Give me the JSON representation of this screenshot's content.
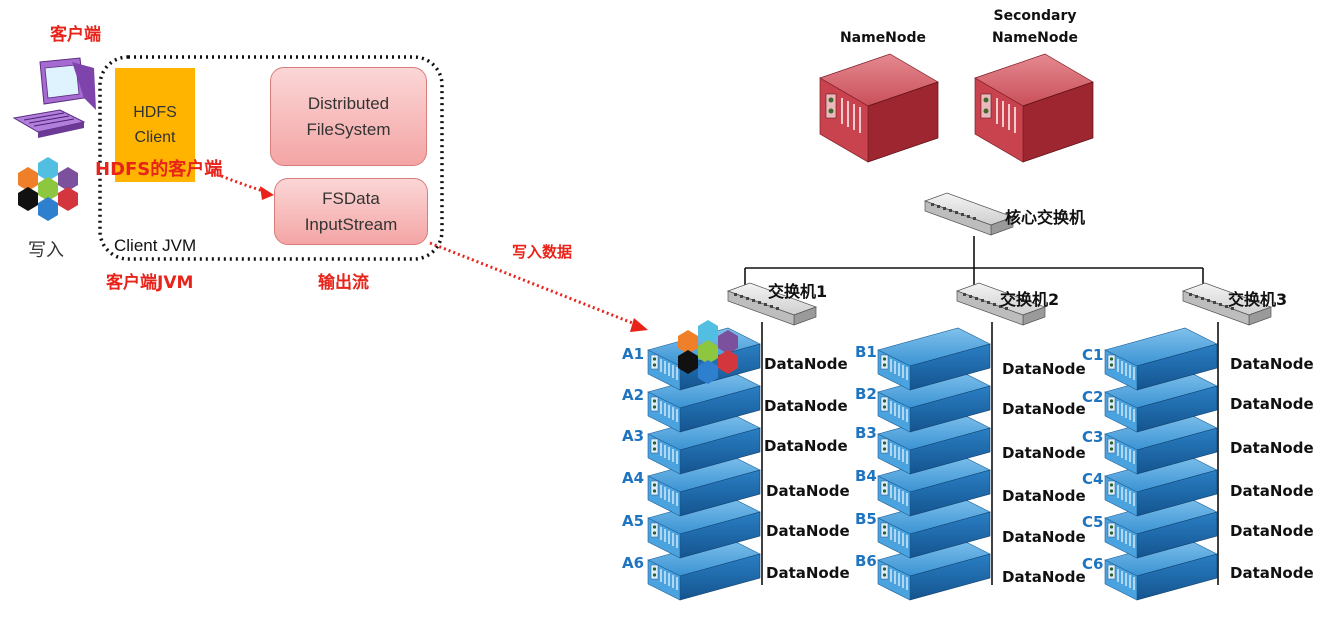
{
  "client": {
    "title": "客户端",
    "write_label": "写入",
    "hdfs_client_line1": "HDFS",
    "hdfs_client_line2": "Client",
    "hdfs_client_caption": "HDFS的客户端",
    "jvm_label": "Client JVM",
    "jvm_caption": "客户端JVM",
    "dfs_line1": "Distributed",
    "dfs_line2": "FileSystem",
    "stream_line1": "FSData",
    "stream_line2": "InputStream",
    "stream_caption": "输出流"
  },
  "flow": {
    "write_data": "写入数据"
  },
  "namenodes": {
    "primary": "NameNode",
    "secondary_line1": "Secondary",
    "secondary_line2": "NameNode"
  },
  "switches": {
    "core": "核心交换机",
    "sw1": "交换机1",
    "sw2": "交换机2",
    "sw3": "交换机3"
  },
  "racks": [
    {
      "ids": [
        "A1",
        "A2",
        "A3",
        "A4",
        "A5",
        "A6"
      ]
    },
    {
      "ids": [
        "B1",
        "B2",
        "B3",
        "B4",
        "B5",
        "B6"
      ]
    },
    {
      "ids": [
        "C1",
        "C2",
        "C3",
        "C4",
        "C5",
        "C6"
      ]
    }
  ],
  "datanode_label": "DataNode",
  "colors": {
    "accent_red": "#e8231a",
    "rack_blue": "#1f74c0",
    "server_red": "#b8323d",
    "box_pink": "#f4a5a5",
    "hdfs_orange": "#ffb400"
  }
}
